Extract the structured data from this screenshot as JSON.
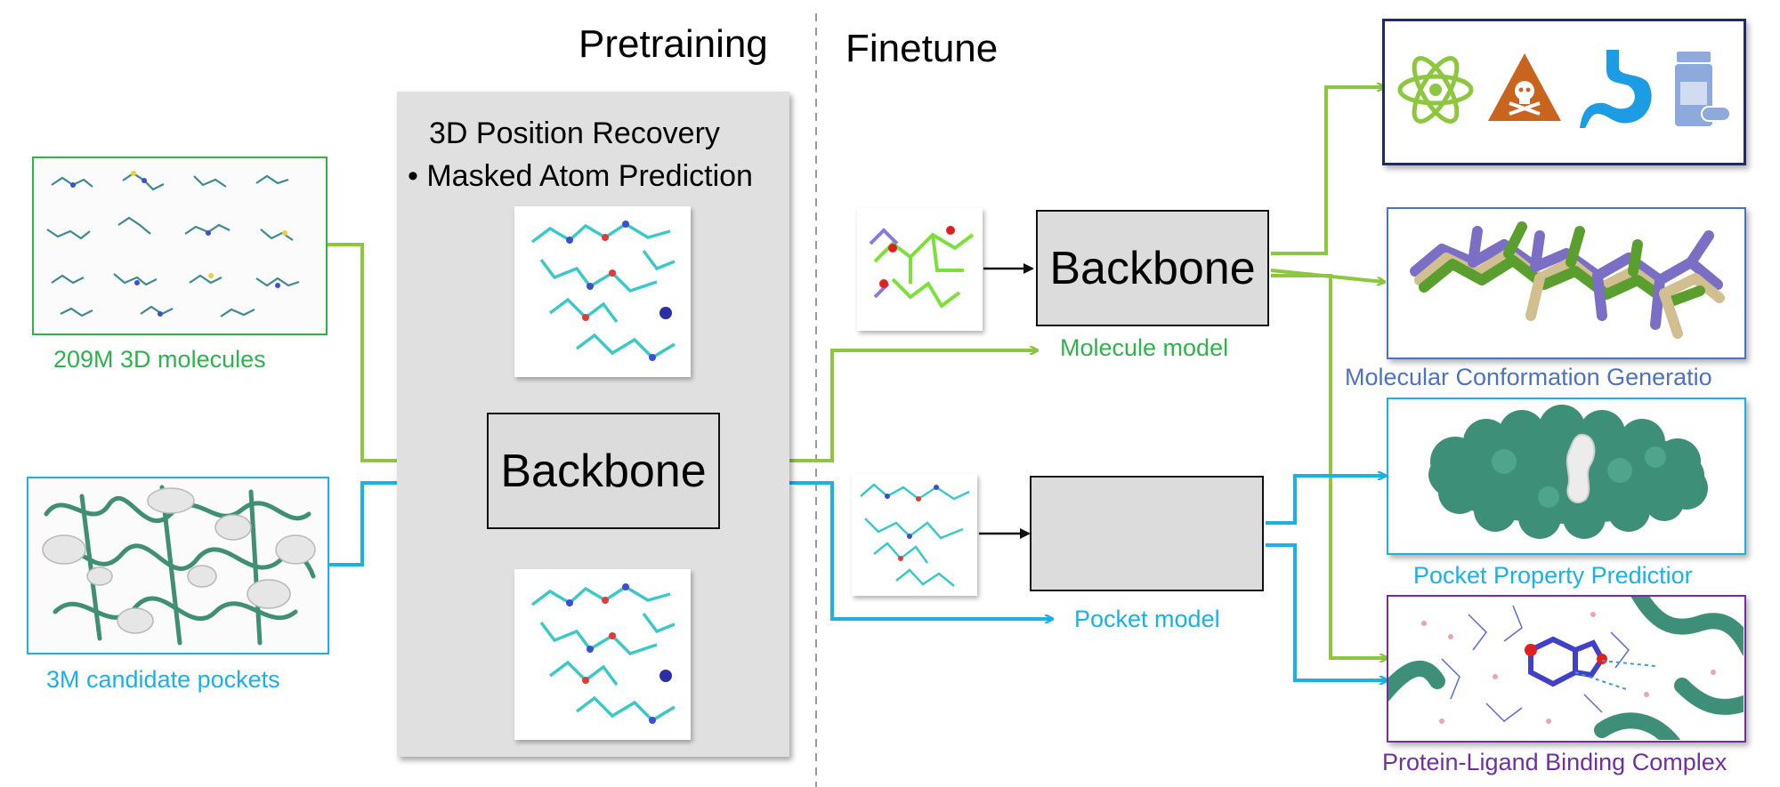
{
  "sections": {
    "pretraining": "Pretraining",
    "finetune": "Finetune"
  },
  "pretrain": {
    "tasks": [
      "3D Position Recovery",
      "• Masked Atom Prediction"
    ],
    "backbone": "Backbone"
  },
  "inputs": {
    "molecules": "209M 3D molecules",
    "pockets": "3M candidate pockets"
  },
  "finetune": {
    "molecule_backbone": "Backbone",
    "molecule_model": "Molecule model",
    "pocket_model": "Pocket model"
  },
  "outputs": {
    "conformation": "Molecular Conformation Generatio",
    "pocket_property": "Pocket Property Predictior",
    "binding": "Protein-Ligand Binding Complex",
    "icons": [
      "atom-icon",
      "toxicity-hazard-icon",
      "stomach-icon",
      "pill-bottle-icon"
    ]
  },
  "colors": {
    "green": "#8dc63f",
    "green_text": "#2fb24c",
    "blue": "#1ab1e8",
    "conformation_blue": "#4d72c4",
    "binding_purple": "#7030a0",
    "navy": "#1f2a6b"
  }
}
